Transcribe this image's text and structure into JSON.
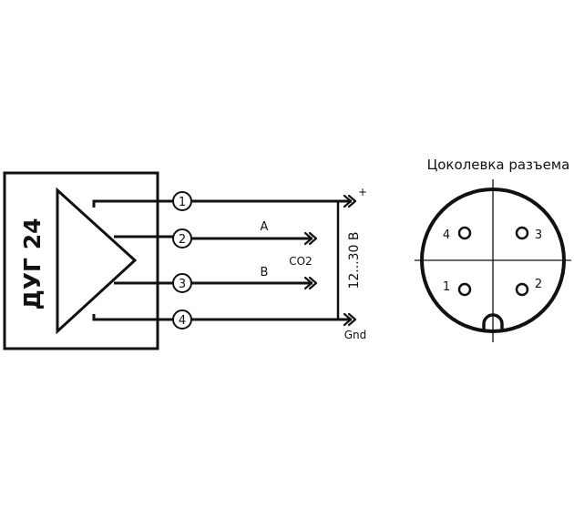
{
  "device": {
    "title": "ДУГ 24"
  },
  "pins": [
    {
      "number": "1"
    },
    {
      "number": "2"
    },
    {
      "number": "3"
    },
    {
      "number": "4"
    }
  ],
  "signals": {
    "a": "A",
    "b": "B",
    "co2": "CO2",
    "plus": "+",
    "gnd": "Gnd",
    "supply": "12...30 В"
  },
  "connector": {
    "title": "Цоколевка разъема",
    "pins": [
      {
        "number": "4"
      },
      {
        "number": "3"
      },
      {
        "number": "1"
      },
      {
        "number": "2"
      }
    ]
  }
}
